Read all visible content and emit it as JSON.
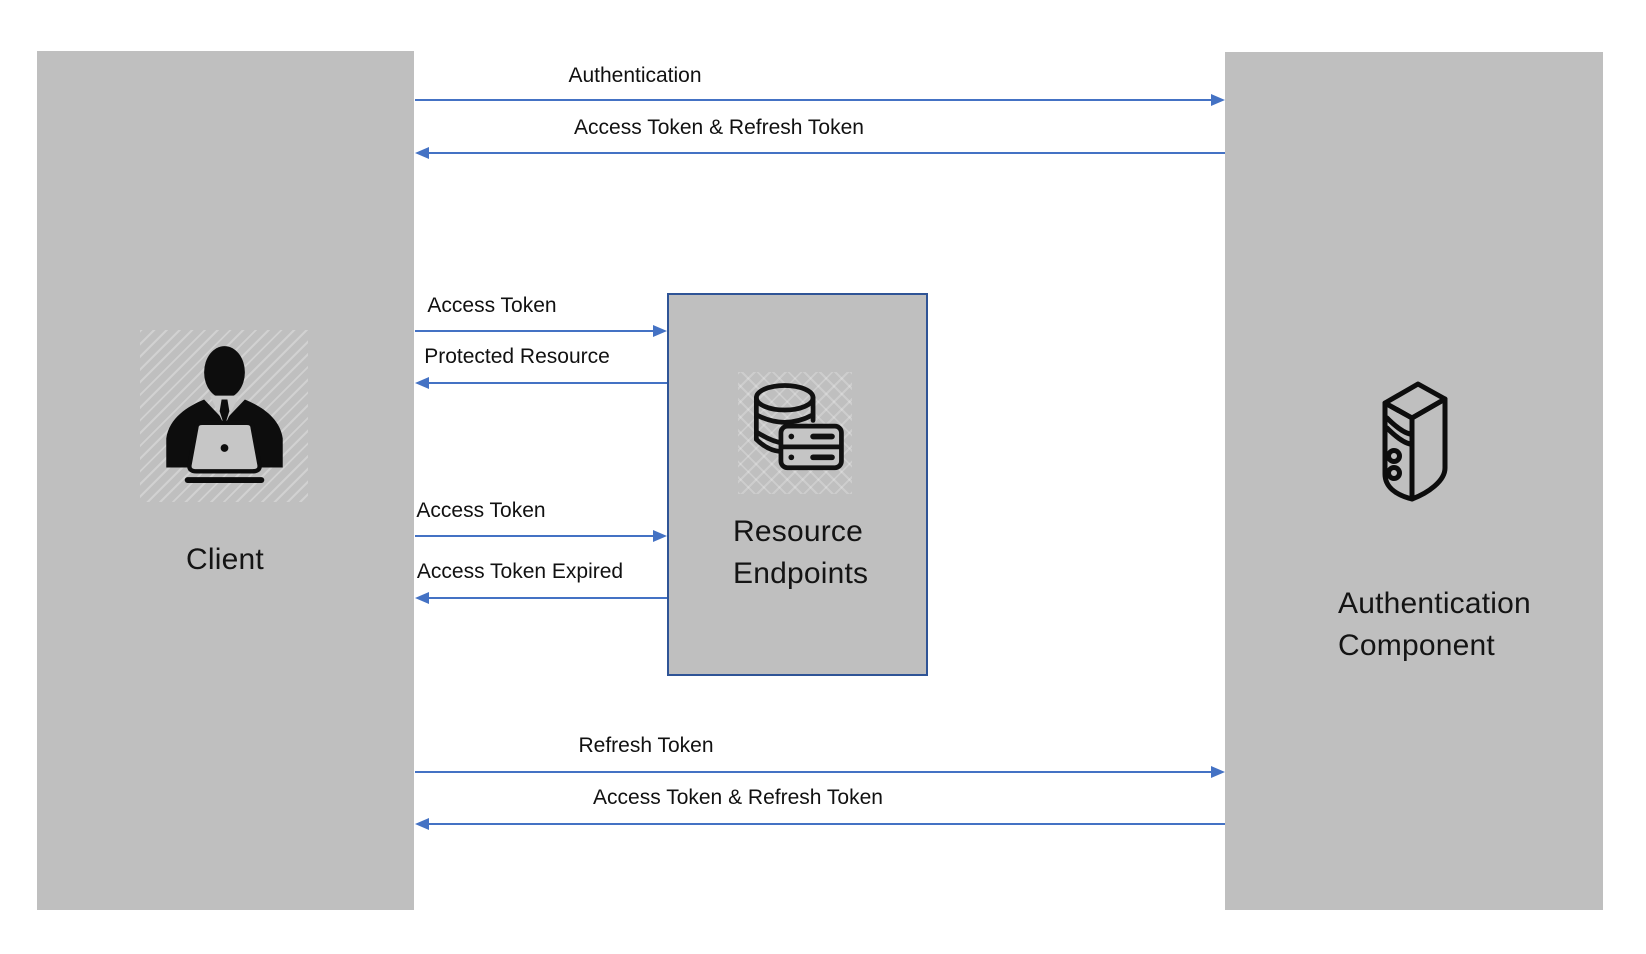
{
  "diagram": {
    "actors": [
      {
        "id": "client",
        "label": "Client",
        "icon": "person-laptop-icon"
      },
      {
        "id": "resource-endpoints",
        "lines": [
          "Resource",
          "Endpoints"
        ],
        "icon": "database-server-icon"
      },
      {
        "id": "authentication-component",
        "lines": [
          "Authentication",
          "Component"
        ],
        "icon": "server-tower-icon"
      }
    ],
    "messages": [
      {
        "label": "Authentication",
        "from": "Client",
        "to": "Authentication Component",
        "direction": "right"
      },
      {
        "label": "Access Token & Refresh Token",
        "from": "Authentication Component",
        "to": "Client",
        "direction": "left"
      },
      {
        "label": "Access Token",
        "from": "Client",
        "to": "Resource Endpoints",
        "direction": "right"
      },
      {
        "label": "Protected Resource",
        "from": "Resource Endpoints",
        "to": "Client",
        "direction": "left"
      },
      {
        "label": "Access Token",
        "from": "Client",
        "to": "Resource Endpoints",
        "direction": "right"
      },
      {
        "label": "Access Token Expired",
        "from": "Resource Endpoints",
        "to": "Client",
        "direction": "left"
      },
      {
        "label": "Refresh Token",
        "from": "Client",
        "to": "Authentication Component",
        "direction": "right"
      },
      {
        "label": "Access Token & Refresh Token",
        "from": "Authentication Component",
        "to": "Client",
        "direction": "left"
      }
    ],
    "colors": {
      "actor_fill": "#bfbfbf",
      "resource_border": "#2f5496",
      "arrow": "#4472c4",
      "text": "#1a1a1a",
      "background": "#ffffff"
    }
  }
}
